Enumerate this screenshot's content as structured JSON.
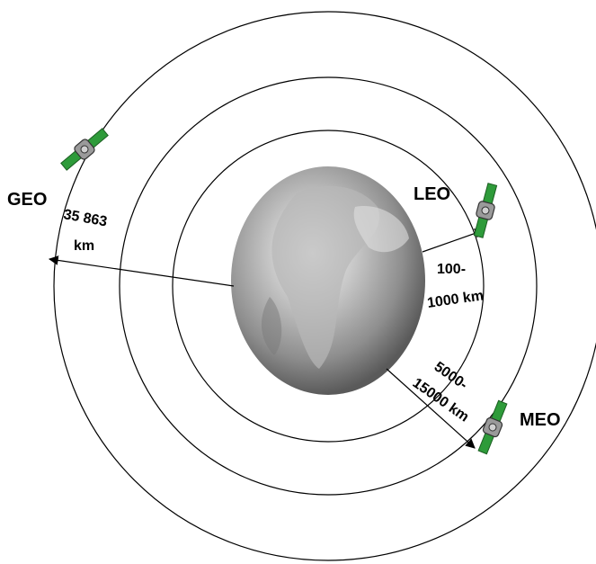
{
  "orbits": {
    "geo": {
      "label": "GEO",
      "distance_line1": "35 863",
      "distance_line2": "km"
    },
    "leo": {
      "label": "LEO",
      "distance_line1": "100-",
      "distance_line2": "1000 km"
    },
    "meo": {
      "label": "MEO",
      "distance_line1": "5000-",
      "distance_line2": "15000 km"
    }
  },
  "colors": {
    "orbit_line": "#000000",
    "solar_panel": "#2e9b3a",
    "satellite_body": "#8a8a8a",
    "earth": "#9a9a9a"
  },
  "icons": [
    "earth-globe",
    "satellite-icon"
  ]
}
